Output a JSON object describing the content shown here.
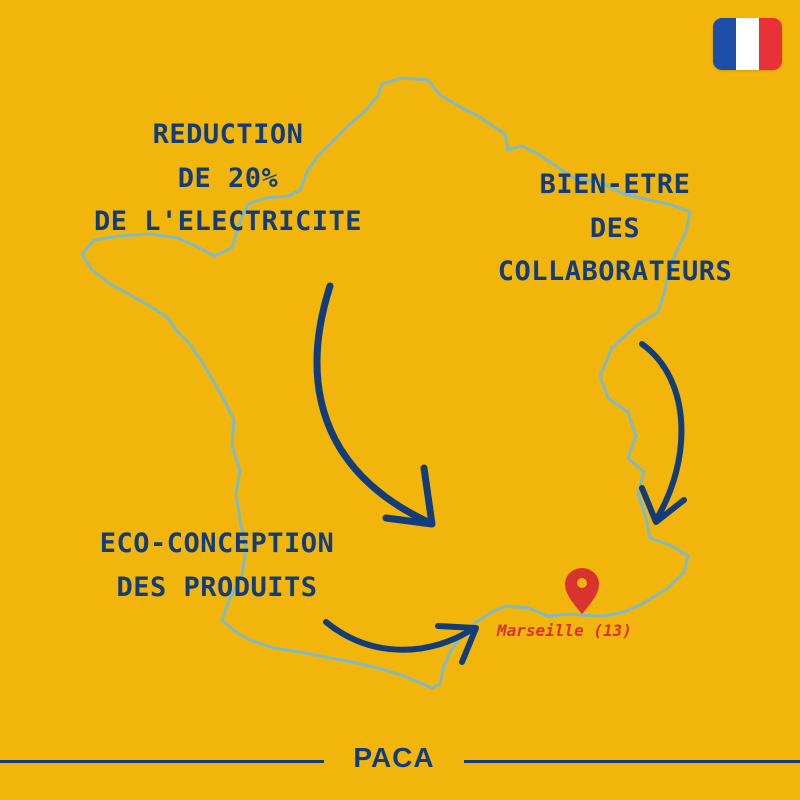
{
  "labels": {
    "reduction": [
      "REDUCTION",
      "DE 20%",
      "DE L'ELECTRICITE"
    ],
    "bien_etre": [
      "BIEN-ETRE",
      "DES",
      "COLLABORATEURS"
    ],
    "eco_conception": [
      "ECO-CONCEPTION",
      "DES PRODUITS"
    ]
  },
  "location": {
    "name": "Marseille (13)",
    "pin_icon": "map-pin-icon"
  },
  "footer": {
    "title": "PACA"
  },
  "flag": {
    "country": "France",
    "colors": [
      "#1E4FA8",
      "#FFFFFF",
      "#E8323A"
    ]
  },
  "colors": {
    "background": "#F2B50C",
    "text": "#123D7A",
    "map_outline": "#7FB9C4",
    "pin": "#D8332C"
  }
}
